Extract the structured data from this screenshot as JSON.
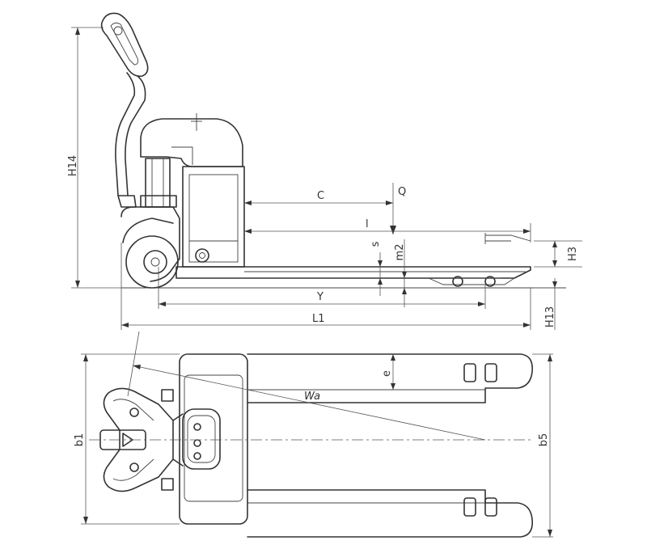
{
  "labels": {
    "H14": "H14",
    "C": "C",
    "Q": "Q",
    "l": "l",
    "s": "s",
    "m2": "m2",
    "H3": "H3",
    "Y": "Y",
    "L1": "L1",
    "H13": "H13",
    "e": "e",
    "Wa": "Wa",
    "b1": "b1",
    "b5": "b5"
  }
}
